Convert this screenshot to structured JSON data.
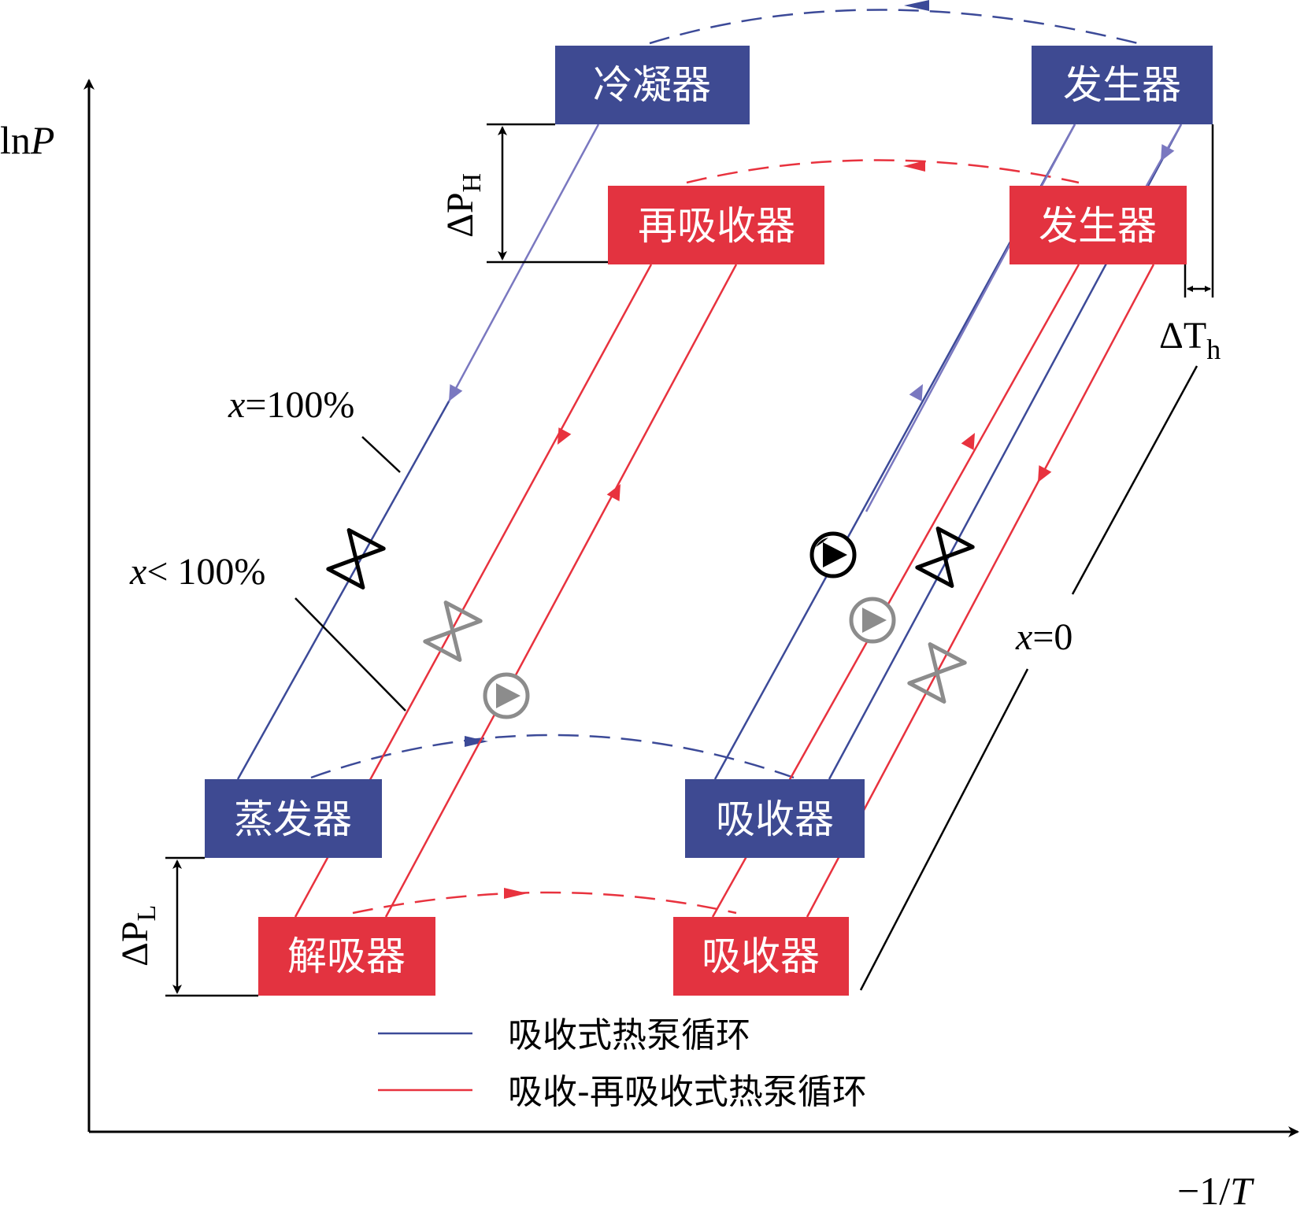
{
  "axes": {
    "y_label_prefix": "ln",
    "y_label_var": "P",
    "x_label_prefix": "−1/",
    "x_label_var": "T"
  },
  "colors": {
    "blue_box": "#3e4a92",
    "red_box": "#e33340",
    "blue_line": "#3c4a98",
    "violet_line": "#7a78c0",
    "red_line": "#e8323e",
    "gray_component": "#8c8c8c"
  },
  "boxes": {
    "condenser": "冷凝器",
    "generator_blue": "发生器",
    "resorber": "再吸收器",
    "generator_red": "发生器",
    "evaporator": "蒸发器",
    "absorber_blue": "吸收器",
    "desorber": "解吸器",
    "absorber_red": "吸收器"
  },
  "annotations": {
    "dp_h_symbol": "ΔP",
    "dp_h_sub": "H",
    "dp_l_symbol": "ΔP",
    "dp_l_sub": "L",
    "dt_h_symbol": "ΔT",
    "dt_h_sub": "h",
    "x100_var": "x",
    "x100_rest": "=100%",
    "xlt_var": "x",
    "xlt_rest": "< 100%",
    "x0_var": "x",
    "x0_rest": "=0"
  },
  "legend": [
    {
      "color": "#3c4a98",
      "label": "吸收式热泵循环"
    },
    {
      "color": "#e8323e",
      "label": "吸收-再吸收式热泵循环"
    }
  ],
  "icons": {
    "valve": "expansion-valve-icon",
    "pump": "solution-pump-icon"
  }
}
